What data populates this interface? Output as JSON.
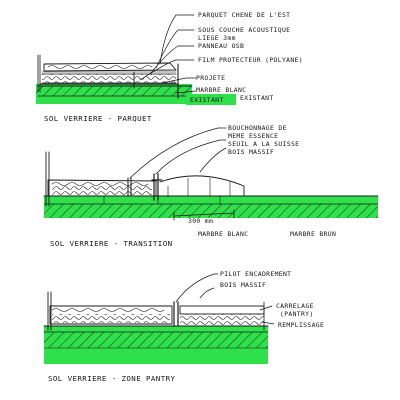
{
  "colors": {
    "ink": "#1a1a1a",
    "green": "#2ee04a",
    "paper": "#ffffff"
  },
  "sections": [
    {
      "caption": "SOL VERRIERE - PARQUET",
      "labels": [
        "PARQUET CHENE DE L'EST",
        "SOUS COUCHE ACOUSTIQUE",
        "LIEGE 3mm",
        "PANNEAU OSB",
        "FILM PROTECTEUR (POLYANE)",
        "PROJETE",
        "MARBRE BLANC",
        "EXISTANT",
        "EXISTANT"
      ]
    },
    {
      "caption": "SOL VERRIERE - TRANSITION",
      "labels": [
        "BOUCHONNAGE DE",
        "MEME ESSENCE",
        "SEUIL A LA SUISSE",
        "BOIS MASSIF",
        "300 mm",
        "MARBRE BLANC",
        "MARBRE BRUN"
      ]
    },
    {
      "caption": "SOL VERRIERE - ZONE PANTRY",
      "labels": [
        "PILOT ENCADREMENT",
        "BOIS MASSIF",
        "CARRELAGE",
        "(PANTRY)",
        "REMPLISSAGE"
      ]
    }
  ]
}
